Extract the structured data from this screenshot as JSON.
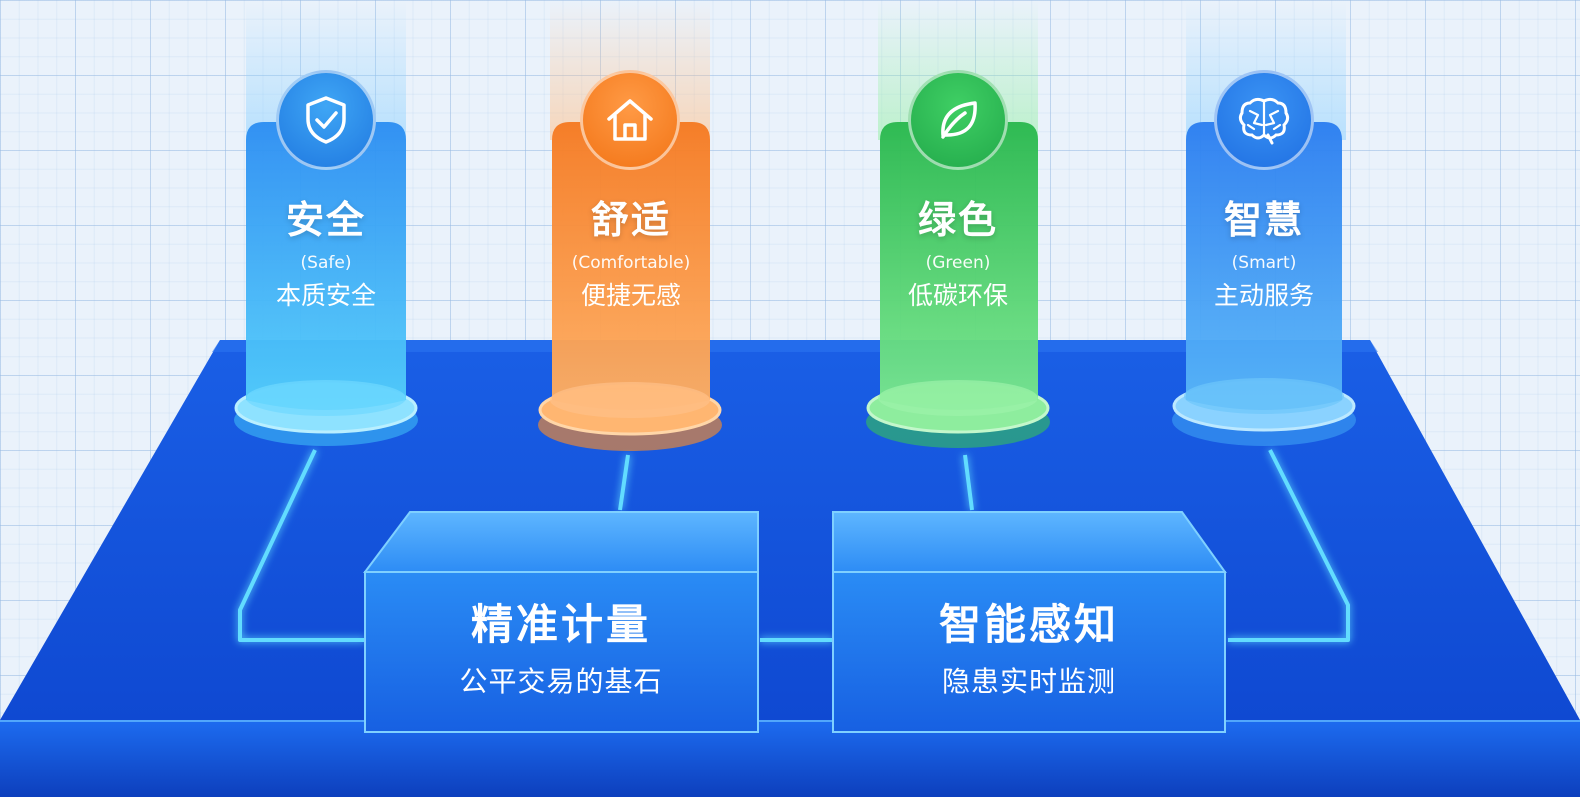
{
  "pillars": [
    {
      "title": "安全",
      "en": "(Safe)",
      "desc": "本质安全",
      "icon": "shield-check-icon",
      "color": "#2f9bf2"
    },
    {
      "title": "舒适",
      "en": "(Comfortable)",
      "desc": "便捷无感",
      "icon": "house-icon",
      "color": "#f7892c"
    },
    {
      "title": "绿色",
      "en": "(Green)",
      "desc": "低碳环保",
      "icon": "leaf-icon",
      "color": "#33c35a"
    },
    {
      "title": "智慧",
      "en": "(Smart)",
      "desc": "主动服务",
      "icon": "brain-icon",
      "color": "#2f84f0"
    }
  ],
  "modules": [
    {
      "title": "精准计量",
      "desc": "公平交易的基石"
    },
    {
      "title": "智能感知",
      "desc": "隐患实时监测"
    }
  ],
  "colors": {
    "platform": "#1556e0",
    "circuit": "#5fd6ff",
    "background": "#eaf2fb"
  }
}
